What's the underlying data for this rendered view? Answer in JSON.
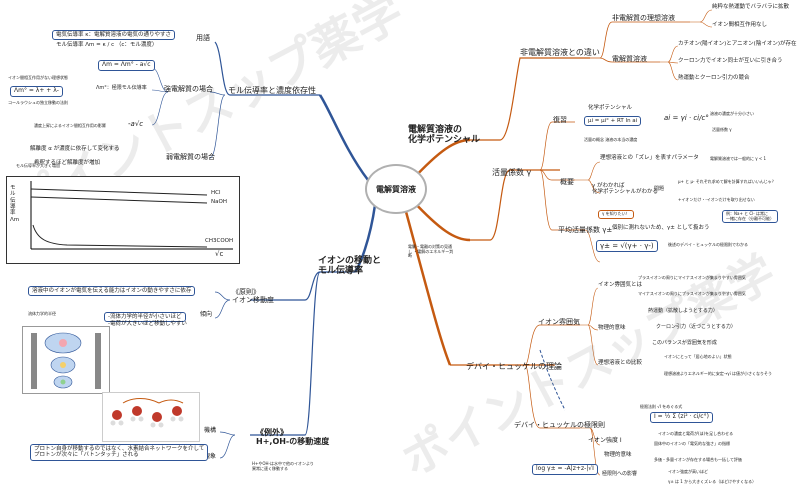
{
  "center": {
    "title": "電解質溶液",
    "note": "電解・電離の対策の見通し ・電解のエネルギー判断"
  },
  "watermark": "ポイントスップ薬学",
  "right": {
    "chem_potential": {
      "title": "電解質溶液の\n化学ポテンシャル"
    },
    "diff": {
      "title": "非電解質溶液との違い",
      "ideal_label": "非電解質の理想溶液",
      "ideal_items": [
        "純粋な熱運動でバラバラに拡散",
        "イオン間相互作用なし"
      ],
      "elec_label": "電解質溶液",
      "elec_items": [
        "カチオン(陽イオン)とアニオン(陰イオン)が存在",
        "クーロン力でイオン同士が互いに引き合う",
        "熱運動とクーロン引力の競合"
      ]
    },
    "activity": {
      "title": "活量係数 γ",
      "review_label": "復習",
      "review_text": "化学ポテンシャル",
      "review_formula": "μi = μi° + RT ln ai",
      "review_note": "活量の概念 溶液の本当の濃度",
      "ai_formula": "ai = γi · ci/c°",
      "ai_note1": "溶液の濃度が十分小さい",
      "ai_note2": "活量係数 γ",
      "overview_label": "概要",
      "ideal_gap": "理想溶液との「ズレ」を表すパラメータ",
      "gap_note": "電解質溶液では一般的に γ < 1",
      "know_gamma": "γ がわかれば\n化学ポテンシャルがわかる",
      "problem_label": "問題",
      "problem1": "μ+ と μ- それぞれ求めて解を計算すればいいんじゃ？",
      "problem2": "+イオンだけ・-イオンだけを取り出せない",
      "problem_ex": "例：Na+ と Cl- は常に\n一緒に存在（分離不可能）",
      "solution": "γ を知りたい！",
      "mean_label": "平均活量係数 γ±",
      "mean_text": "個別に測れないため、γ± として扱おう",
      "mean_formula": "γ± = √(γ+ · γ-)",
      "mean_note": "後述のデバイ・ヒュッケルの極限則でわかる"
    },
    "debye": {
      "title": "デバイ・ヒュッケルの理論",
      "atmos_label": "イオン雰囲気",
      "atmos_what": "イオン雰囲気とは",
      "atmos_def1": "プラスイオンの周りにマイナスイオンが集まりやすい雰囲気",
      "atmos_def2": "マイナスイオンの周りにプラスイオンが集まりやすい雰囲気",
      "phys_label": "物理的意味",
      "phys1": "熱運動（拡散しようとする力）",
      "phys2": "クーロン引力（近づこうとする力）",
      "phys3": "このバランスが雰囲気を形成",
      "compare_label": "理想溶液との比較",
      "compare1": "イオンにとって「居心地のよい」状態",
      "compare2": "理想溶液よりエネルギー的に安定→γi は値が小さくなりそう",
      "limit_label": "デバイ・ヒュッケルの極限則",
      "limit_formula_note": "極限法則 √I をめぐる式",
      "strength_label": "イオン強度 I",
      "strength_formula": "I = ½ Σ (zi² · ci/c°)",
      "strength_note": "イオンの濃度と電荷が(ほ)を足し合わせる",
      "strength_phys": "物理的意味",
      "strength_p1": "固体中のイオンの「電気的な強さ」の指標",
      "strength_p2": "多価・多量イオンが存在する場合も一括して評価",
      "limit_formula": "log γ± = -A|z+z-|√I",
      "excess_label": "極限則への影響",
      "excess1": "イオン強度が高いほど",
      "excess2": "γ± は 1 から大きくズレる（ほどけやすくなる）"
    }
  },
  "left": {
    "molar": {
      "title": "モル伝導率と濃度依存性",
      "term_label": "用語",
      "term_text1": "電気伝導率 κ：電解質溶液の電気の通りやすさ",
      "term_text2": "モル伝導率 Λm = κ / c （c：モル濃度）",
      "strong_label": "強電解質の場合",
      "strong_formula": "Λm = Λm° - a√c",
      "limit_label": "Λm°：極限モル伝導率",
      "kohl_note": "イオン間相互作用がない理想状態",
      "kohl_formula": "Λm° = λ+ + λ-",
      "kohl_law": "コールラウシュの独立移動の法則",
      "conc_note": "濃度上昇によるイオン間相互作用の影響",
      "conc_formula": "-a√c",
      "weak_label": "弱電解質の場合",
      "weak1": "解離度 α が濃度に依存して変化する",
      "weak2": "希釈するほど解離度が増加",
      "weak_note": "モル伝導率が大きく増加",
      "graph_ylabel": "モル伝導率 Λm",
      "graph_hcl": "HCl",
      "graph_naoh": "NaOH",
      "graph_ch3cooh": "CH3COOH",
      "graph_xlabel": "√c"
    },
    "ion_move": {
      "title": "イオンの移動と\nモル伝導率",
      "principle_label": "《原則》\nイオン移動度",
      "principle_text": "溶液中のイオンが電気を伝える能力はイオンの動きやすさに依存",
      "tend_label": "傾向",
      "tend1": "-流体力学的半径が小さいほど",
      "tend2": "-電荷が大きいほど移動しやすい",
      "radius_note": "流体力学的半径",
      "exception_label": "《例外》\nH+,OH-の移動速度",
      "mech_label": "機構",
      "phen_label": "現象",
      "phen_text": "プロトン自身が移動するのではなく、水素結合ネットワークを介して\nプロトンが次々に「バトンタッチ」される",
      "mech_note": "H+やOH-は水中で他のイオンより\n異常に速く移動する"
    }
  }
}
